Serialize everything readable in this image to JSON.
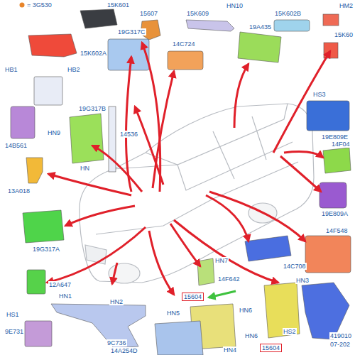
{
  "diagram": {
    "labels": [
      "= 3G530",
      "15K601",
      "15607",
      "15K609",
      "HN10",
      "15K602B",
      "HM2",
      "15K602A",
      "19G317C",
      "14C724",
      "19A435",
      "15K60",
      "HB1",
      "HB2",
      "HN9",
      "14B561",
      "19G317B",
      "14536",
      "HS3",
      "19E809E",
      "14F04",
      "HN",
      "13A018",
      "19E809A",
      "14F548",
      "19G317A",
      "14C708",
      "12A647",
      "HN7",
      "14F642",
      "HN1",
      "HS1",
      "9E731",
      "HN2",
      "9C736",
      "15604",
      "HN3",
      "HN5",
      "HN6",
      "HN6",
      "HS2",
      "HN4",
      "14A254D",
      "15604",
      "419010",
      "07-202"
    ]
  }
}
